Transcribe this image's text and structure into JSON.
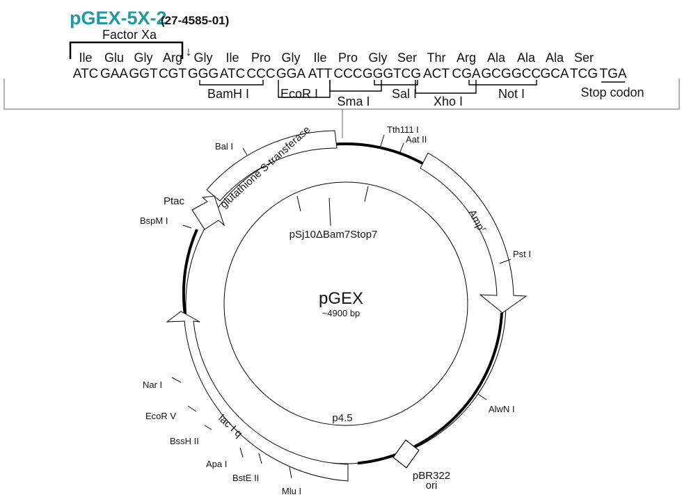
{
  "title": "pGEX-5X-2",
  "catalog": "(27-4585-01)",
  "factor_xa_label": "Factor Xa",
  "cleavage_arrow": "↓",
  "amino_acids": [
    "Ile",
    "Glu",
    "Gly",
    "Arg",
    "Gly",
    "Ile",
    "Pro",
    "Gly",
    "Ile",
    "Pro",
    "Gly",
    "Ser",
    "Thr",
    "Arg",
    "Ala",
    "Ala",
    "Ala",
    "Ser"
  ],
  "codons": [
    "ATC",
    "GAA",
    "GGT",
    "CGT",
    "GGG",
    "ATC",
    "CCC",
    "GGA",
    "ATT",
    "CCC",
    "GGG",
    "TCG",
    "ACT",
    "CGA",
    "GCG",
    "GCC",
    "GCA",
    "TCG",
    "TGA"
  ],
  "mcs_sites": {
    "bamh1": "BamH I",
    "ecor1": "EcoR I",
    "sma1": "Sma I",
    "sal1": "Sal I",
    "xho1": "Xho I",
    "not1": "Not I",
    "stop": "Stop codon"
  },
  "plasmid": {
    "name": "pGEX",
    "size": "~4900 bp",
    "inner_label_top": "pSj10ΔBam7Stop7",
    "inner_label_bottom": "p4.5",
    "features": {
      "gst": "glutathione S-transferase",
      "amp": "Amp",
      "amp_sup": "r",
      "laciq": "lac I q",
      "ori_line1": "pBR322",
      "ori_line2": "ori",
      "ptac": "Ptac"
    },
    "sites": {
      "tth111": "Tth111 I",
      "aat2": "Aat II",
      "pst1": "Pst I",
      "alwn1": "AlwN I",
      "mlu1": "Mlu I",
      "bste2": "BstE II",
      "apa1": "Apa I",
      "bssh2": "BssH II",
      "ecorv": "EcoR V",
      "nar1": "Nar I",
      "bspm1": "BspM I",
      "bal1": "Bal I"
    }
  }
}
